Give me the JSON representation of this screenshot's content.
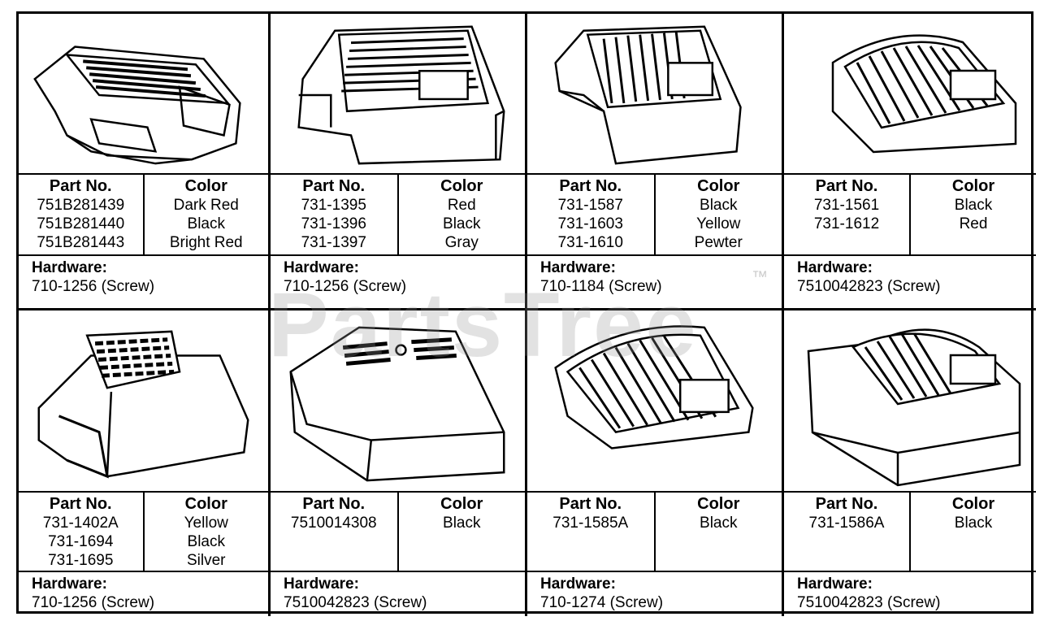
{
  "labels": {
    "part_no": "Part No.",
    "color": "Color",
    "hardware": "Hardware:"
  },
  "watermark": {
    "text": "PartsTree",
    "tm": "™"
  },
  "panels": [
    {
      "parts": [
        "751B281439",
        "751B281440",
        "751B281443"
      ],
      "colors": [
        "Dark Red",
        "Black",
        "Bright Red"
      ],
      "hardware": "710-1256 (Screw)"
    },
    {
      "parts": [
        "731-1395",
        "731-1396",
        "731-1397"
      ],
      "colors": [
        "Red",
        "Black",
        "Gray"
      ],
      "hardware": "710-1256 (Screw)"
    },
    {
      "parts": [
        "731-1587",
        "731-1603",
        "731-1610"
      ],
      "colors": [
        "Black",
        "Yellow",
        "Pewter"
      ],
      "hardware": "710-1184 (Screw)"
    },
    {
      "parts": [
        "731-1561",
        "731-1612"
      ],
      "colors": [
        "Black",
        "Red"
      ],
      "hardware": "7510042823 (Screw)"
    },
    {
      "parts": [
        "731-1402A",
        "731-1694",
        "731-1695"
      ],
      "colors": [
        "Yellow",
        "Black",
        "Silver"
      ],
      "hardware": "710-1256 (Screw)"
    },
    {
      "parts": [
        "7510014308"
      ],
      "colors": [
        "Black"
      ],
      "hardware": "7510042823 (Screw)"
    },
    {
      "parts": [
        "731-1585A"
      ],
      "colors": [
        "Black"
      ],
      "hardware": "710-1274 (Screw)"
    },
    {
      "parts": [
        "731-1586A"
      ],
      "colors": [
        "Black"
      ],
      "hardware": "7510042823 (Screw)"
    }
  ]
}
